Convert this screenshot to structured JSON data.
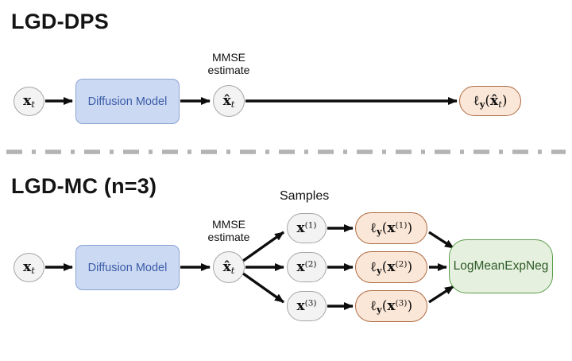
{
  "colors": {
    "node-fill": "#f3f3f3",
    "node-border": "#a6a6a6",
    "blue-fill": "#ccd9f2",
    "blue-border": "#8ba3d3",
    "blue-text": "#3a5ca8",
    "orange-fill": "#fbe7d8",
    "orange-border": "#ad6b42",
    "green-fill": "#e5f1de",
    "green-border": "#5a9c4c",
    "green-text": "#2f5a28",
    "divider": "#b3b3b3",
    "arrow": "#0d0d0d"
  },
  "dps": {
    "title": "LGD-DPS",
    "input": {
      "base": "x",
      "sub": "t"
    },
    "model_label": "Diffusion Model",
    "mmse_label": {
      "line1": "MMSE",
      "line2": "estimate"
    },
    "estimate": {
      "base": "x̂",
      "sub": "t"
    },
    "loss": {
      "ell": "ℓ",
      "ell_sub": "y",
      "open": "(",
      "arg": "x̂",
      "arg_sub": "t",
      "close": ")"
    }
  },
  "mc": {
    "title": "LGD-MC (n=3)",
    "input": {
      "base": "x",
      "sub": "t"
    },
    "model_label": "Diffusion Model",
    "mmse_label": {
      "line1": "MMSE",
      "line2": "estimate"
    },
    "estimate": {
      "base": "x̂",
      "sub": "t"
    },
    "samples_label": "Samples",
    "samples": [
      {
        "base": "x",
        "sup": "(1)"
      },
      {
        "base": "x",
        "sup": "(2)"
      },
      {
        "base": "x",
        "sup": "(3)"
      }
    ],
    "losses": [
      {
        "ell": "ℓ",
        "ell_sub": "y",
        "open": "(",
        "arg": "x",
        "arg_sup": "(1)",
        "close": ")"
      },
      {
        "ell": "ℓ",
        "ell_sub": "y",
        "open": "(",
        "arg": "x",
        "arg_sup": "(2)",
        "close": ")"
      },
      {
        "ell": "ℓ",
        "ell_sub": "y",
        "open": "(",
        "arg": "x",
        "arg_sup": "(3)",
        "close": ")"
      }
    ],
    "aggregator_label": "LogMeanExpNeg"
  }
}
